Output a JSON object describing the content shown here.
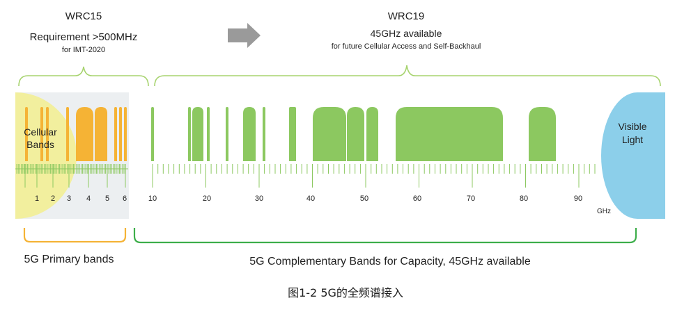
{
  "wrc15": {
    "title": "WRC15",
    "requirement": "Requirement >500MHz",
    "sub": "for IMT-2020"
  },
  "wrc19": {
    "title": "WRC19",
    "available": "45GHz available",
    "sub": "for future Cellular Access and Self-Backhaul"
  },
  "regions": {
    "cellular_line1": "Cellular",
    "cellular_line2": "Bands",
    "visible_line1": "Visible",
    "visible_line2": "Light"
  },
  "axis": {
    "unit": "GHz",
    "low_ticks": [
      "1",
      "2",
      "3",
      "4",
      "5",
      "6"
    ],
    "high_ticks": [
      "10",
      "20",
      "30",
      "40",
      "50",
      "60",
      "70",
      "80",
      "90"
    ]
  },
  "primary_label": "5G Primary bands",
  "complementary_label": "5G Complementary Bands for Capacity, 45GHz available",
  "caption": "图1-2 5G的全频谱接入",
  "colors": {
    "primary_band": "#f5b335",
    "complementary_band": "#8cc860",
    "cellular_zone": "#f2ef9e",
    "primary_zone": "#eceff1",
    "visible_light": "#8ccfea",
    "brace": "#a7d36f",
    "primary_bracket": "#f5b335",
    "complementary_bracket": "#3dae4a",
    "ruler": "#8cc860",
    "arrow": "#9a9a9a"
  }
}
